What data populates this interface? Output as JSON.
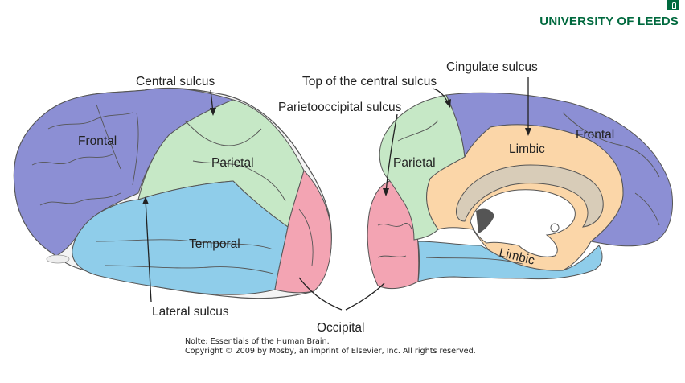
{
  "logo": {
    "text": "UNIVERSITY OF LEEDS",
    "color": "#00693e"
  },
  "labels": {
    "central_sulcus": "Central sulcus",
    "top_central_sulcus": "Top of the central sulcus",
    "cingulate_sulcus": "Cingulate sulcus",
    "parietooccipital_sulcus": "Parietooccipital sulcus",
    "lateral_sulcus": "Lateral sulcus",
    "occipital": "Occipital"
  },
  "regions": {
    "lateral": {
      "frontal": "Frontal",
      "parietal": "Parietal",
      "temporal": "Temporal"
    },
    "medial": {
      "frontal": "Frontal",
      "parietal": "Parietal",
      "limbic_upper": "Limbic",
      "limbic_lower": "Limbic"
    }
  },
  "colors": {
    "frontal": "#8c8fd4",
    "parietal": "#c6e8c6",
    "temporal": "#8fcdea",
    "occipital": "#f3a4b3",
    "limbic": "#fbd6a8"
  },
  "credit": {
    "line1": "Nolte: Essentials of the Human Brain.",
    "line2": "Copyright © 2009 by Mosby, an imprint of Elsevier, Inc. All rights reserved."
  }
}
